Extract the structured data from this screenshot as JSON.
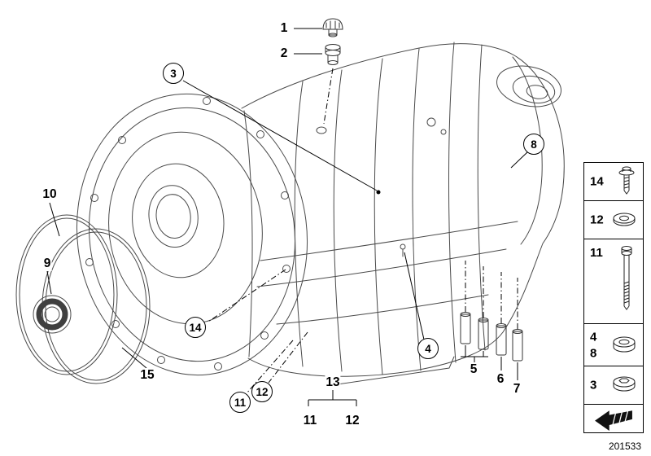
{
  "diagram": {
    "number": "201533"
  },
  "callouts": {
    "circled": [
      {
        "label": "3"
      },
      {
        "label": "8"
      },
      {
        "label": "14"
      },
      {
        "label": "4"
      },
      {
        "label": "11"
      },
      {
        "label": "12"
      }
    ],
    "plain": [
      {
        "label": "1"
      },
      {
        "label": "2"
      },
      {
        "label": "10"
      },
      {
        "label": "9"
      },
      {
        "label": "15"
      },
      {
        "label": "5"
      },
      {
        "label": "6"
      },
      {
        "label": "7"
      },
      {
        "label": "13"
      },
      {
        "label": "11"
      },
      {
        "label": "12"
      }
    ]
  },
  "legend": {
    "items": [
      {
        "labels": [
          "14"
        ],
        "icon": "flange-screw-icon"
      },
      {
        "labels": [
          "12"
        ],
        "icon": "washer-icon"
      },
      {
        "labels": [
          "11"
        ],
        "icon": "long-bolt-icon"
      },
      {
        "labels": [
          "4",
          "8"
        ],
        "icon": "sealing-plug-icon"
      },
      {
        "labels": [
          "3"
        ],
        "icon": "screw-plug-icon"
      },
      {
        "labels": [],
        "icon": "direction-arrow-icon"
      }
    ]
  },
  "colors": {
    "line": "#4a4a4a",
    "leader": "#000000",
    "background": "#ffffff"
  }
}
